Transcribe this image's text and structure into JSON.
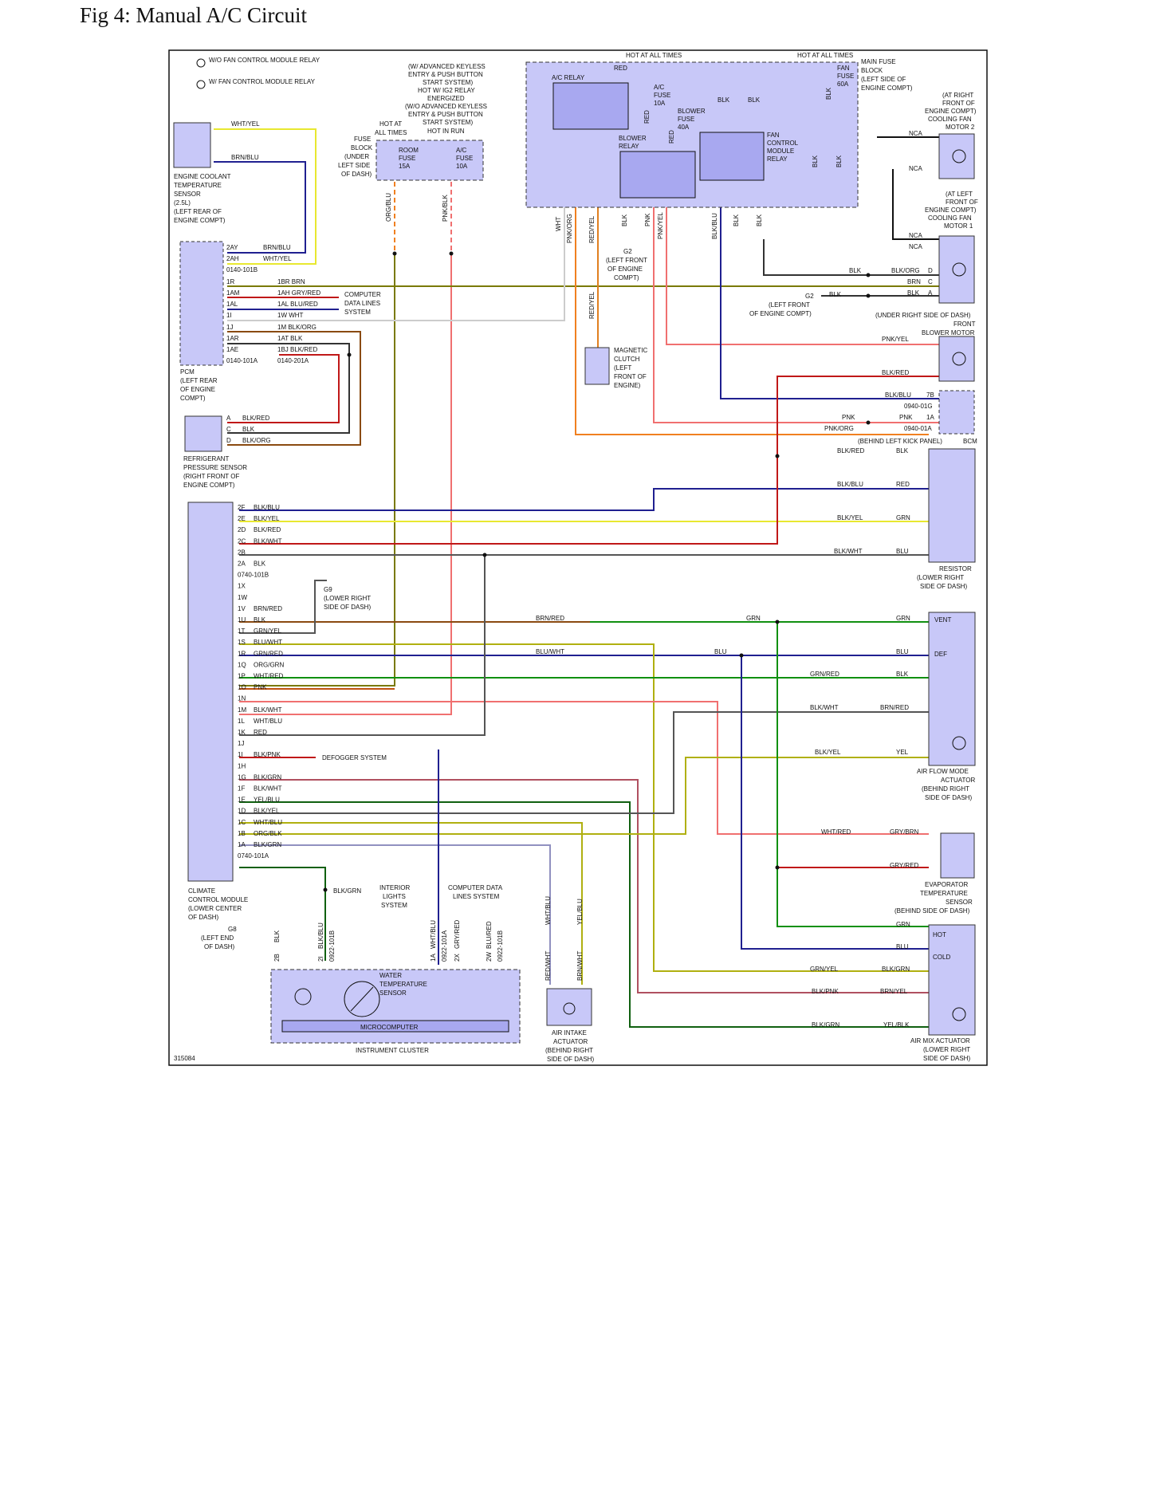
{
  "title": "Fig 4: Manual A/C Circuit",
  "figure_id": "315084",
  "legend": {
    "note1": "W/O FAN CONTROL MODULE RELAY",
    "note2": "W/ FAN CONTROL MODULE RELAY"
  },
  "top": {
    "hot1": "HOT AT ALL TIMES",
    "hot2": "HOT AT ALL TIMES",
    "keyless": [
      "(W/ ADVANCED KEYLESS",
      "ENTRY & PUSH BUTTON",
      "START SYSTEM)",
      "HOT W/ IG2 RELAY",
      "ENERGIZED",
      "(W/O ADVANCED KEYLESS",
      "ENTRY & PUSH BUTTON",
      "START SYSTEM)",
      "HOT IN RUN"
    ],
    "ac_relay": "A/C RELAY",
    "ac_fuse": [
      "A/C",
      "FUSE",
      "10A"
    ],
    "blower_fuse": [
      "BLOWER",
      "FUSE",
      "40A"
    ],
    "blower_relay": [
      "BLOWER",
      "RELAY"
    ],
    "fan_fuse": [
      "FAN",
      "FUSE",
      "60A"
    ],
    "main_fuse": [
      "MAIN FUSE",
      "BLOCK",
      "(LEFT SIDE OF",
      "ENGINE COMPT)"
    ],
    "fcm_relay": [
      "FAN",
      "CONTROL",
      "MODULE",
      "RELAY"
    ],
    "fuse_block": [
      "FUSE",
      "BLOCK",
      "(UNDER",
      "LEFT SIDE",
      "OF DASH)"
    ],
    "hot_at_all": [
      "HOT AT",
      "ALL TIMES"
    ],
    "room_fuse": [
      "ROOM",
      "FUSE",
      "15A"
    ],
    "ac_fuse2": [
      "A/C",
      "FUSE",
      "10A"
    ],
    "g2": [
      "G2",
      "(LEFT FRONT",
      "OF ENGINE",
      "COMPT)"
    ]
  },
  "ect": [
    "ENGINE COOLANT",
    "TEMPERATURE",
    "SENSOR",
    "(2.5L)",
    "(LEFT REAR OF",
    "ENGINE COMPT)"
  ],
  "pcm": [
    "PCM",
    "(LEFT REAR",
    "OF ENGINE",
    "COMPT)"
  ],
  "pcm_pins": [
    {
      "pin": "2AY",
      "wire": "BRN/BLU"
    },
    {
      "pin": "2AH",
      "wire": "WHT/YEL"
    },
    {
      "pin": "0140-101B",
      "wire": ""
    },
    {
      "pin": "1R",
      "wire": "1BR  BRN"
    },
    {
      "pin": "1AM",
      "wire": "1AH  GRY/RED"
    },
    {
      "pin": "1AL",
      "wire": "1AL  BLU/RED"
    },
    {
      "pin": "1I",
      "wire": "1W  WHT"
    },
    {
      "pin": "1J",
      "wire": "1M  BLK/ORG"
    },
    {
      "pin": "1AR",
      "wire": "1AT  BLK"
    },
    {
      "pin": "1AE",
      "wire": "1BJ  BLK/RED"
    },
    {
      "pin": "0140-101A",
      "wire": "0140-201A"
    }
  ],
  "cdls": [
    "COMPUTER",
    "DATA LINES",
    "SYSTEM"
  ],
  "refrig": [
    "REFRIGERANT",
    "PRESSURE SENSOR",
    "(RIGHT FRONT OF",
    "ENGINE COMPT)"
  ],
  "refrig_pins": [
    {
      "pin": "A",
      "wire": "BLK/RED"
    },
    {
      "pin": "C",
      "wire": "BLK"
    },
    {
      "pin": "D",
      "wire": "BLK/ORG"
    }
  ],
  "ccm": [
    "CLIMATE",
    "CONTROL MODULE",
    "(LOWER CENTER",
    "OF DASH)"
  ],
  "ccm_pins": [
    {
      "pin": "2F",
      "wire": "BLK/BLU"
    },
    {
      "pin": "2E",
      "wire": "BLK/YEL"
    },
    {
      "pin": "2D",
      "wire": "BLK/RED"
    },
    {
      "pin": "2C",
      "wire": "BLK/WHT"
    },
    {
      "pin": "2B",
      "wire": ""
    },
    {
      "pin": "2A",
      "wire": "BLK"
    },
    {
      "pin": "0740-101B",
      "wire": ""
    },
    {
      "pin": "1X",
      "wire": ""
    },
    {
      "pin": "1W",
      "wire": ""
    },
    {
      "pin": "1V",
      "wire": "BRN/RED"
    },
    {
      "pin": "1U",
      "wire": "BLK"
    },
    {
      "pin": "1T",
      "wire": "GRN/YEL"
    },
    {
      "pin": "1S",
      "wire": "BLU/WHT"
    },
    {
      "pin": "1R",
      "wire": "GRN/RED"
    },
    {
      "pin": "1Q",
      "wire": "ORG/GRN"
    },
    {
      "pin": "1P",
      "wire": "WHT/RED"
    },
    {
      "pin": "1O",
      "wire": "PNK"
    },
    {
      "pin": "1N",
      "wire": ""
    },
    {
      "pin": "1M",
      "wire": "BLK/WHT"
    },
    {
      "pin": "1L",
      "wire": "WHT/BLU"
    },
    {
      "pin": "1K",
      "wire": "RED"
    },
    {
      "pin": "1J",
      "wire": ""
    },
    {
      "pin": "1I",
      "wire": "BLK/PNK"
    },
    {
      "pin": "1H",
      "wire": ""
    },
    {
      "pin": "1G",
      "wire": "BLK/GRN"
    },
    {
      "pin": "1F",
      "wire": "BLK/WHT"
    },
    {
      "pin": "1E",
      "wire": "YEL/BLU"
    },
    {
      "pin": "1D",
      "wire": "BLK/YEL"
    },
    {
      "pin": "1C",
      "wire": "WHT/BLU"
    },
    {
      "pin": "1B",
      "wire": "ORG/BLK"
    },
    {
      "pin": "1A",
      "wire": "BLK/GRN"
    },
    {
      "pin": "0740-101A",
      "wire": ""
    }
  ],
  "g9": [
    "G9",
    "(LOWER RIGHT",
    "SIDE OF DASH)"
  ],
  "defogger": "DEFOGGER SYSTEM",
  "interior": [
    "INTERIOR",
    "LIGHTS",
    "SYSTEM"
  ],
  "cdls2": [
    "COMPUTER DATA",
    "LINES SYSTEM"
  ],
  "g8": [
    "G8",
    "(LEFT END",
    "OF DASH)"
  ],
  "cluster": {
    "wts": [
      "WATER",
      "TEMPERATURE",
      "SENSOR"
    ],
    "micro": "MICROCOMPUTER",
    "name": "INSTRUMENT CLUSTER"
  },
  "cluster_pins": [
    {
      "pin": "2B",
      "wire": "BLK"
    },
    {
      "pin": "2I",
      "wire": "BLK/BLU"
    },
    {
      "pin": "0922-101B",
      "wire": ""
    },
    {
      "pin": "1A",
      "wire": "WHT/BLU"
    },
    {
      "pin": "0922-101A",
      "wire": ""
    },
    {
      "pin": "2X",
      "wire": "GRY/RED"
    },
    {
      "pin": "2W",
      "wire": "BLU/RED"
    },
    {
      "pin": "0922-101B",
      "wire": ""
    }
  ],
  "air_intake": [
    "AIR INTAKE",
    "ACTUATOR",
    "(BEHIND RIGHT",
    "SIDE OF DASH)"
  ],
  "ai_wires": [
    "RED/WHT",
    "BRN/WHT",
    "WHT/BLU",
    "YEL/BLU"
  ],
  "cfm2": [
    "(AT RIGHT",
    "FRONT OF",
    "ENGINE COMPT)",
    "COOLING FAN",
    "MOTOR 2"
  ],
  "cfm1": [
    "(AT LEFT",
    "FRONT OF",
    "ENGINE COMPT)",
    "COOLING FAN",
    "MOTOR 1"
  ],
  "nca": "NCA",
  "fcm_pins": [
    {
      "pin": "D",
      "wire": "BLK/ORG"
    },
    {
      "pin": "C",
      "wire": "BRN"
    },
    {
      "pin": "A",
      "wire": "BLK"
    }
  ],
  "fcm_label": "(UNDER RIGHT SIDE OF DASH)",
  "g2b": [
    "G2",
    "(LEFT FRONT",
    "OF ENGINE COMPT)"
  ],
  "blower_motor": [
    "FRONT",
    "BLOWER MOTOR"
  ],
  "mag_clutch": [
    "MAGNETIC",
    "CLUTCH",
    "(LEFT",
    "FRONT OF",
    "ENGINE)"
  ],
  "bcm": {
    "label": "(BEHIND LEFT KICK PANEL)",
    "name": "BCM",
    "pins": [
      {
        "pin": "7B",
        "wire": "BLK/BLU",
        "conn": "0940-01G"
      },
      {
        "pin": "1A",
        "wire": "PNK",
        "conn": "0940-01A"
      }
    ]
  },
  "resistor": [
    "RESISTOR",
    "(LOWER RIGHT",
    "SIDE OF DASH)"
  ],
  "afm": [
    "AIR FLOW MODE",
    "ACTUATOR",
    "(BEHIND RIGHT",
    "SIDE OF DASH)"
  ],
  "evap": [
    "EVAPORATOR",
    "TEMPERATURE",
    "SENSOR",
    "(BEHIND SIDE OF DASH)"
  ],
  "amx": [
    "AIR MIX ACTUATOR",
    "(LOWER RIGHT",
    "SIDE OF DASH)"
  ],
  "vent": "VENT",
  "def": "DEF",
  "hot": "HOT",
  "cold": "COLD",
  "wire_labels": {
    "wht_yel": "WHT/YEL",
    "brn_blu": "BRN/BLU",
    "org_blu": "ORG/BLU",
    "pnk_blk": "PNK/BLK",
    "red": "RED",
    "blk": "BLK",
    "wht": "WHT",
    "pnk_org": "PNK/ORG",
    "red_yel": "RED/YEL",
    "pnk": "PNK",
    "pnk_yel": "PNK/YEL",
    "blk_blu": "BLK/BLU",
    "blk_red": "BLK/RED",
    "blk_yel": "BLK/YEL",
    "grn": "GRN",
    "blk_wht": "BLK/WHT",
    "blu": "BLU",
    "brn_red": "BRN/RED",
    "blu_wht": "BLU/WHT",
    "grn_red": "GRN/RED",
    "yel": "YEL",
    "wht_red": "WHT/RED",
    "gry_brn": "GRY/BRN",
    "gry_red": "GRY/RED",
    "grn_yel": "GRN/YEL",
    "blk_grn": "BLK/GRN",
    "blk_pnk": "BLK/PNK",
    "brn_yel": "BRN/YEL",
    "yel_blk": "YEL/BLK",
    "blk_grn2": "BLK/GRN",
    "blk_org": "BLK/ORG"
  },
  "colors": {
    "component": "#c8c8f8",
    "border": "#333333",
    "yellow": "#e8e830",
    "navy": "#202090",
    "olive": "#7a7a00",
    "red": "#c01818",
    "green": "#109010",
    "orange": "#f08020",
    "pink": "#f07070",
    "brown": "#8a4a10",
    "gray": "#888888"
  }
}
